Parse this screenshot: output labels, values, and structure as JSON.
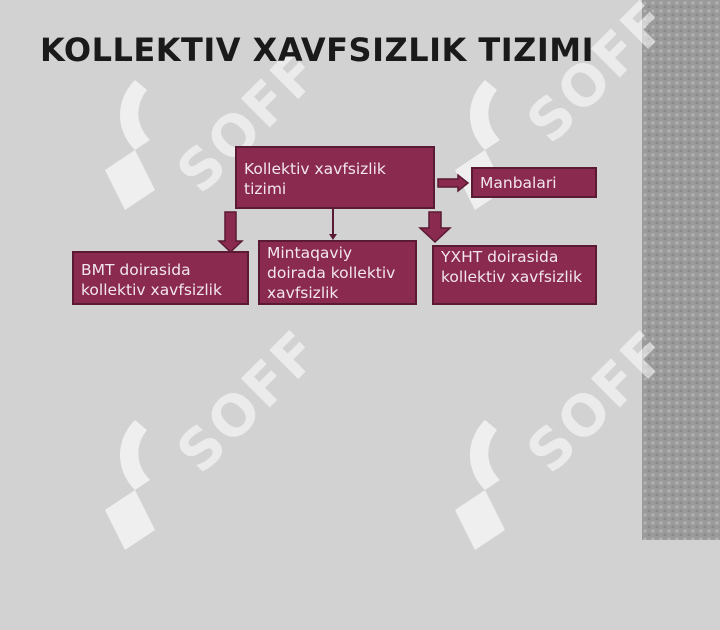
{
  "title": "KOLLEKTIV XAVFSIZLIK TIZIMI",
  "watermark": "SOFF",
  "diagram": {
    "root": "Kollektiv xavfsizlik tizimi",
    "side": "Manbalari",
    "children": [
      "BMT doirasida kollektiv xavfsizlik",
      "Mintaqaviy doirada kollektiv xavfsizlik",
      "YXHT doirasida kollektiv xavfsizlik"
    ]
  },
  "colors": {
    "box_fill": "#8a2a4f",
    "box_border": "#5a1a33",
    "box_text": "#f2e6ec",
    "background": "#d2d2d2",
    "watermark": "#ffffff"
  }
}
